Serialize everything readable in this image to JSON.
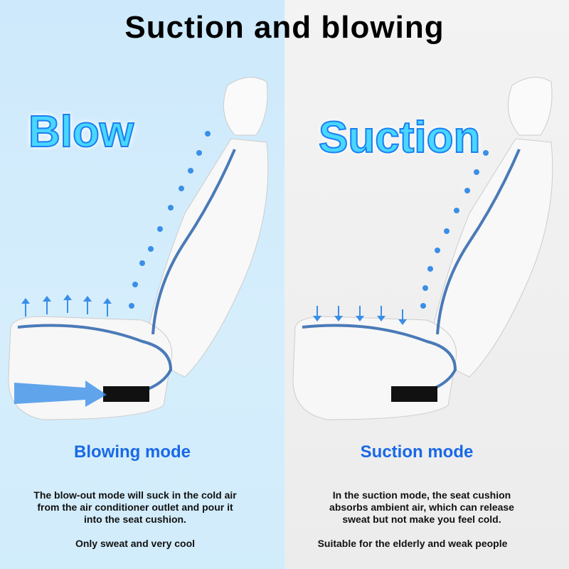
{
  "title": "Suction and blowing",
  "left": {
    "label": "Blow",
    "mode": "Blowing mode",
    "lines": [
      "The blow-out mode will suck in the cold air",
      "from the air conditioner outlet and pour it",
      "into the seat cushion."
    ],
    "note": "Only sweat and very cool"
  },
  "right": {
    "label": "Suction",
    "mode": "Suction mode",
    "lines": [
      "In the suction mode, the seat cushion",
      "absorbs ambient air, which can release",
      "sweat but not make you feel cold."
    ],
    "note": "Suitable for the elderly and weak people"
  },
  "colors": {
    "accent": "#1869e6",
    "label_fill": "#49d6ff",
    "airflow": "#2a6fc0"
  }
}
